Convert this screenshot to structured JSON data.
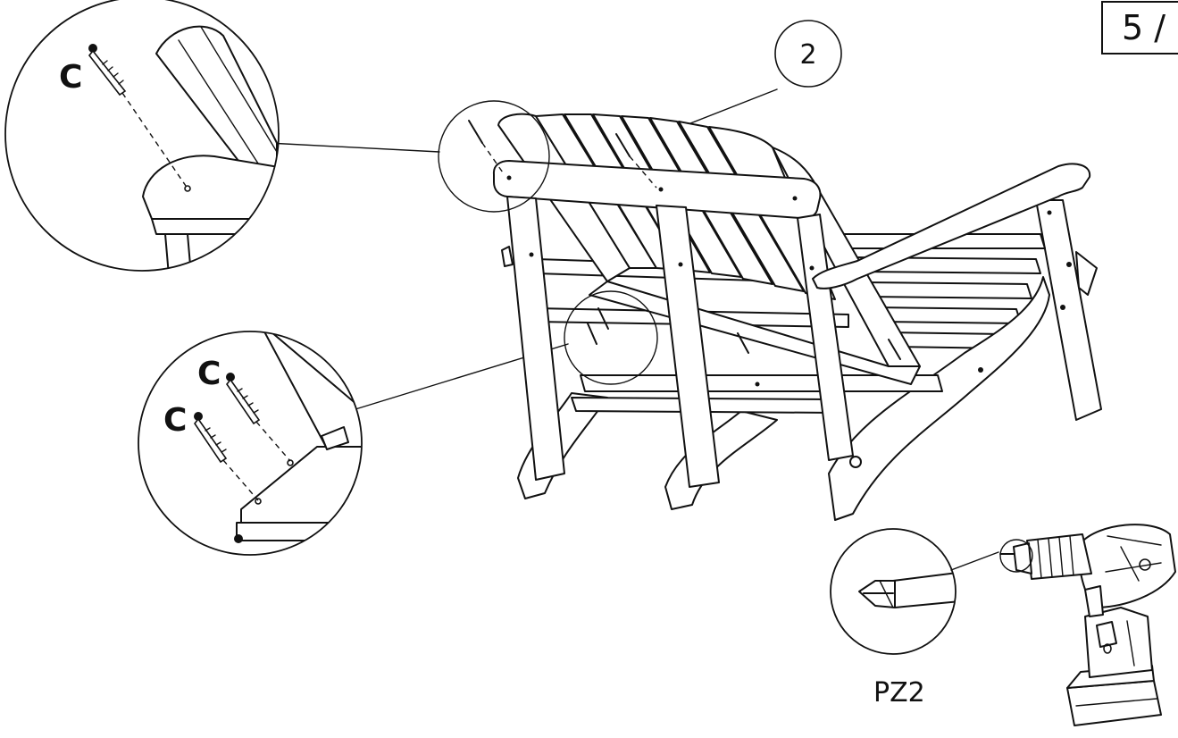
{
  "page": {
    "number_label": "5 /"
  },
  "callouts": [
    {
      "part_number": "2"
    }
  ],
  "details": {
    "top_left": {
      "fastener_labels": [
        "C"
      ]
    },
    "middle_left": {
      "fastener_labels": [
        "C",
        "C"
      ]
    }
  },
  "tool": {
    "bit_label": "PZ2",
    "icon": "cordless-drill-icon",
    "bit_icon": "phillips-bit-icon"
  },
  "colors": {
    "ink": "#111111",
    "paper": "#ffffff"
  }
}
